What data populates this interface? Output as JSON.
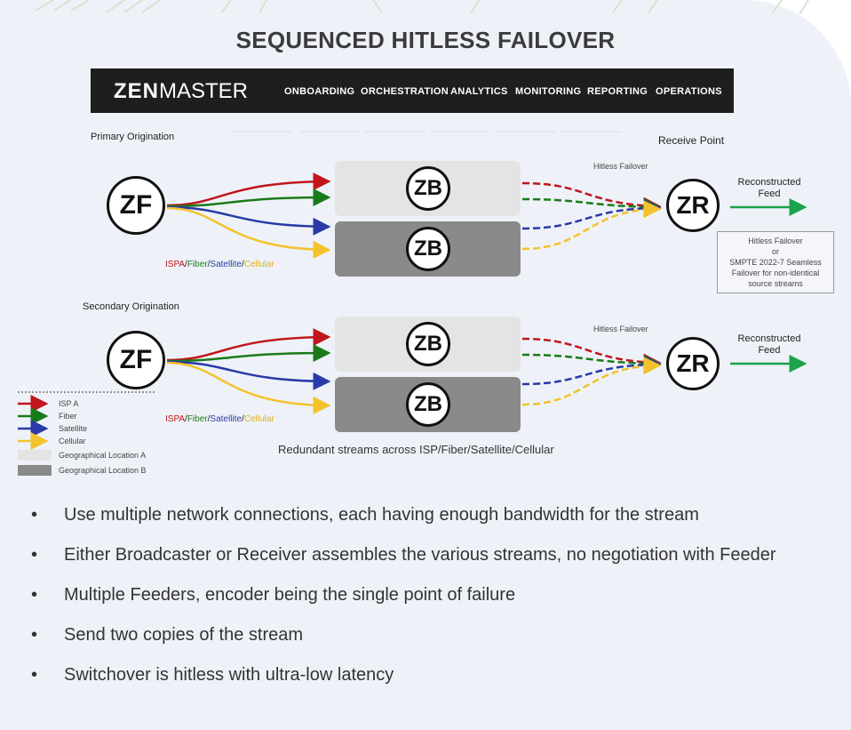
{
  "title": "SEQUENCED HITLESS FAILOVER",
  "navbar": {
    "brand_bold": "ZEN",
    "brand_light": "MASTER",
    "items": [
      "ONBOARDING",
      "ORCHESTRATION",
      "ANALYTICS",
      "MONITORING",
      "REPORTING",
      "OPERATIONS"
    ]
  },
  "diagram": {
    "primary_label": "Primary Origination",
    "secondary_label": "Secondary Origination",
    "receive_point": "Receive Point",
    "hitless_failover": "Hitless Failover",
    "reconstructed_line1": "Reconstructed",
    "reconstructed_line2": "Feed",
    "nodes": {
      "feeder": "ZF",
      "broadcaster": "ZB",
      "receiver": "ZR"
    },
    "isp_label": {
      "isp": "ISPA",
      "sep1": "/",
      "fiber": "Fiber",
      "sep2": "/",
      "satellite": "Satellite",
      "sep3": "/",
      "cellular": "Cellular"
    },
    "note_box": {
      "line1": "Hitless Failover",
      "line2": "or",
      "line3": "SMPTE 2022-7 Seamless",
      "line4": "Failover for non-identical",
      "line5": "source streams"
    },
    "caption": "Redundant streams across ISP/Fiber/Satellite/Cellular",
    "legend": [
      {
        "label": "ISP A",
        "color": "#c0161c"
      },
      {
        "label": "Fiber",
        "color": "#1a7a1a"
      },
      {
        "label": "Satellite",
        "color": "#2a3aa8"
      },
      {
        "label": "Cellular",
        "color": "#f3c22c"
      },
      {
        "label": "Geographical Location A",
        "color": "#e4e4e4"
      },
      {
        "label": "Geographical Location B",
        "color": "#8a8a8a"
      }
    ]
  },
  "bullets": [
    "Use multiple network connections, each having enough bandwidth for the stream",
    "Either Broadcaster or Receiver assembles the various streams, no negotiation with Feeder",
    "Multiple Feeders, encoder being the single point of failure",
    "Send two copies of the stream",
    "Switchover is hitless with ultra-low latency"
  ],
  "colors": {
    "isp": "#c0161c",
    "fiber": "#1a7a1a",
    "satellite": "#2a3aa8",
    "cellular": "#f3c22c",
    "output": "#1aa34a"
  }
}
